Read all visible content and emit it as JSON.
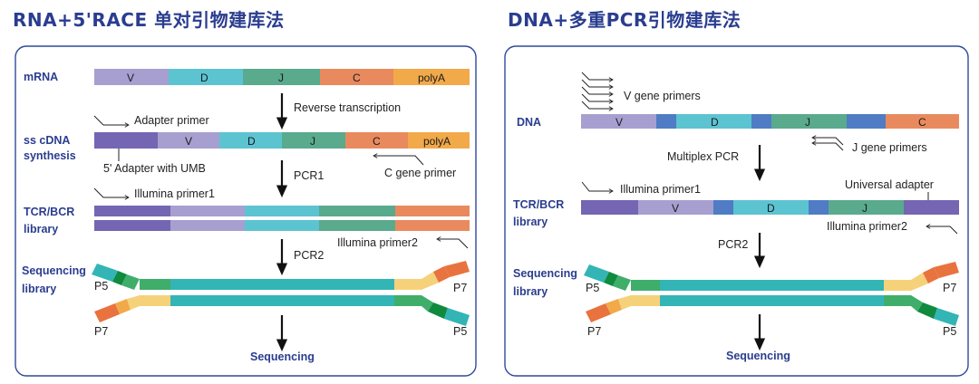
{
  "left": {
    "title": "RNA+5'RACE 单对引物建库法",
    "rows": {
      "mrna": "mRNA",
      "sscdna_1": "ss cDNA",
      "sscdna_2": "synthesis",
      "tcr_1": "TCR/BCR",
      "tcr_2": "library",
      "seq_1": "Sequencing",
      "seq_2": "library"
    },
    "segments": {
      "v": "V",
      "d": "D",
      "j": "J",
      "c": "C",
      "polya": "polyA"
    },
    "labels": {
      "reverse_transcription": "Reverse transcription",
      "adapter_primer": "Adapter primer",
      "adapter_umb": "5' Adapter with UMB",
      "pcr1": "PCR1",
      "c_gene_primer": "C gene primer",
      "illumina_primer1": "Illumina primer1",
      "illumina_primer2": "Illumina primer2",
      "pcr2": "PCR2",
      "p5_top": "P5",
      "p7_top": "P7",
      "p7_bottom": "P7",
      "p5_bottom": "P5",
      "sequencing": "Sequencing"
    }
  },
  "right": {
    "title": "DNA+多重PCR引物建库法",
    "rows": {
      "dna": "DNA",
      "tcr_1": "TCR/BCR",
      "tcr_2": "library",
      "seq_1": "Sequencing",
      "seq_2": "library"
    },
    "segments": {
      "v": "V",
      "d": "D",
      "j": "J",
      "c": "C"
    },
    "labels": {
      "v_gene_primers": "V gene primers",
      "j_gene_primers": "J gene primers",
      "multiplex_pcr": "Multiplex PCR",
      "illumina_primer1": "Illumina primer1",
      "universal_adapter": "Universal adapter",
      "illumina_primer2": "Illumina primer2",
      "pcr2": "PCR2",
      "p5_top": "P5",
      "p7_top": "P7",
      "p7_bottom": "P7",
      "p5_bottom": "P5",
      "sequencing": "Sequencing"
    }
  },
  "colors": {
    "v": "#a79fd0",
    "d": "#5cc3d1",
    "j": "#5aaa8e",
    "c": "#e98a5e",
    "polya": "#f2a94a",
    "adapter": "#7466b2",
    "blue_block": "#4f7cc4",
    "teal": "#33b5b5",
    "yellow": "#f5d27a",
    "green": "#3fae6a",
    "dark_green": "#0f8a3f",
    "orange": "#e8733f",
    "title": "#2a3d8f",
    "panel_border": "#2f4a9a"
  }
}
